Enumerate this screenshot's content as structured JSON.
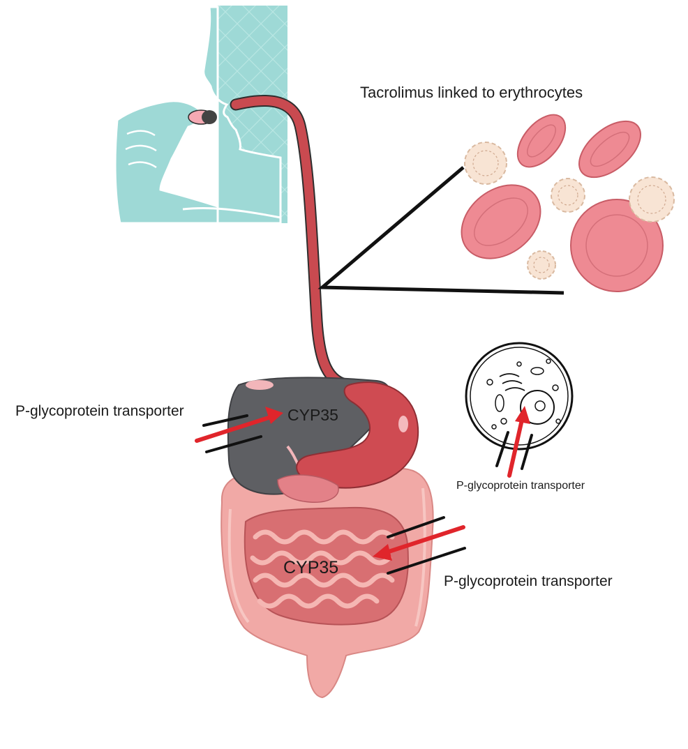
{
  "labels": {
    "title": "Tacrolimus linked to erythrocytes",
    "pgp_liver": "P-glycoprotein transporter",
    "cyp_liver": "CYP35",
    "cyp_intestine": "CYP35",
    "pgp_intestine": "P-glycoprotein transporter",
    "pgp_cell": "P-glycoprotein transporter"
  },
  "colors": {
    "teal_background": "#9ed9d6",
    "esophagus_red": "#c94a50",
    "liver_gray": "#5e5f63",
    "stomach_red": "#cf4b52",
    "intestine_pink": "#f1a9a6",
    "intestine_dark": "#d86f72",
    "erythrocyte_pink": "#ee8a93",
    "platelet_cream": "#f8e4d4",
    "arrow_red": "#e0252b",
    "line_black": "#111111"
  }
}
